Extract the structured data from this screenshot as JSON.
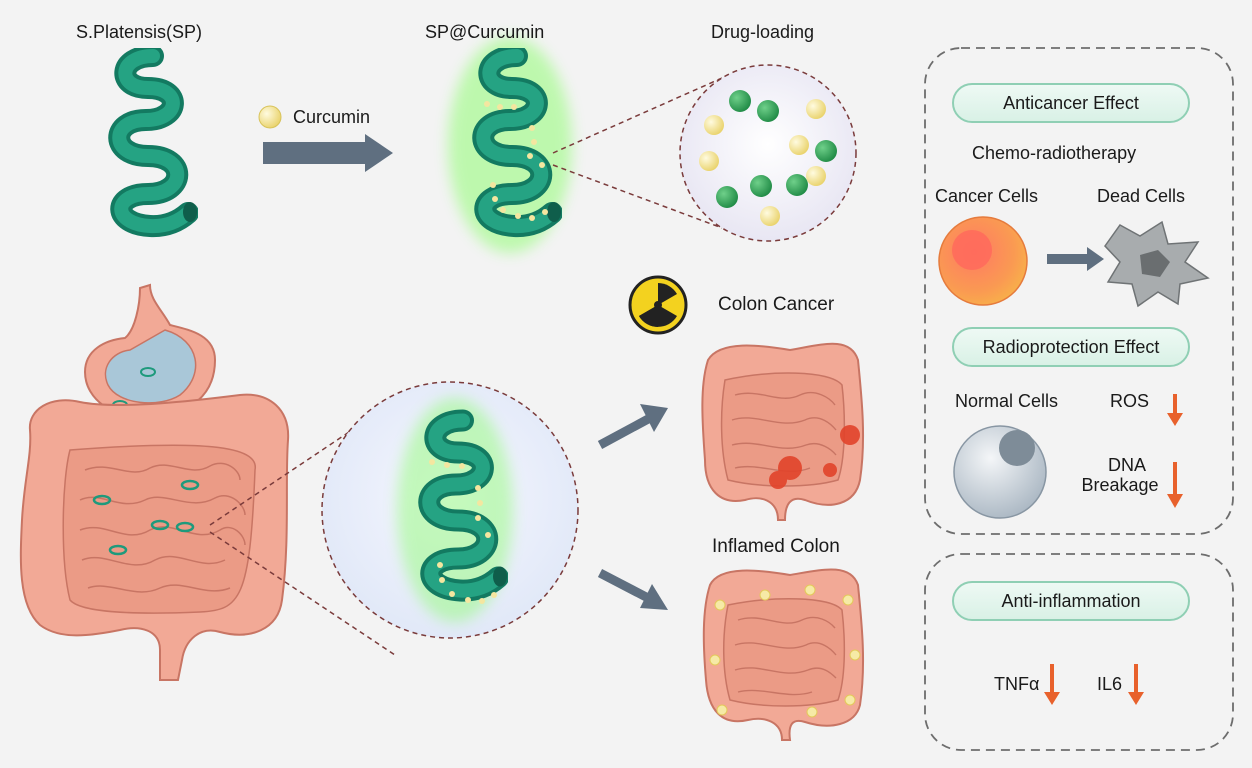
{
  "labels": {
    "sp": "S.Platensis(SP)",
    "sp_curcumin": "SP@Curcumin",
    "drug_loading": "Drug-loading",
    "curcumin": "Curcumin",
    "colon_cancer": "Colon Cancer",
    "inflamed_colon": "Inflamed Colon"
  },
  "panel_top": {
    "anticancer_title": "Anticancer Effect",
    "chemo": "Chemo-radiotherapy",
    "cancer_cells": "Cancer Cells",
    "dead_cells": "Dead Cells",
    "radioprotection_title": "Radioprotection Effect",
    "normal_cells": "Normal Cells",
    "ros": "ROS",
    "dna_line1": "DNA",
    "dna_line2": "Breakage"
  },
  "panel_bottom": {
    "title": "Anti-inflammation",
    "tnf": "TNFα",
    "il6": "IL6"
  },
  "icons": {
    "radiation": "radiation-hazard-icon",
    "down_arrow": "decrease-arrow-icon"
  },
  "colors": {
    "spiral_green": "#1e9a7c",
    "curcumin_yellow": "#f3e18a",
    "glow": "#7dff5a",
    "arrow_gray": "#5f6f80",
    "down_arrow_orange": "#e8612c",
    "tissue_pink": "#f2a996"
  }
}
